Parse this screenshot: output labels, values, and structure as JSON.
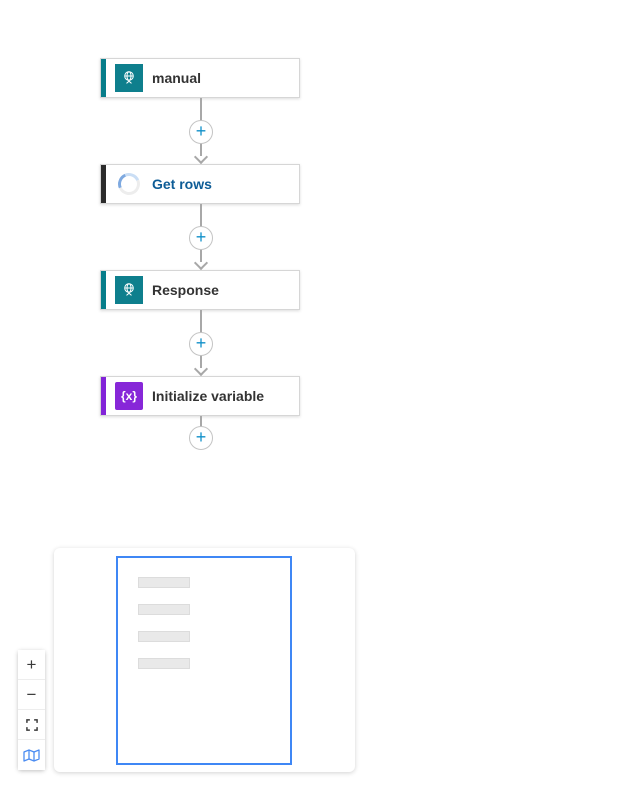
{
  "flow": {
    "nodes": [
      {
        "label": "manual",
        "icon": "http-request-icon",
        "accent_color": "#077d8a",
        "icon_bg": "#0e7f8d",
        "label_color": "#333333"
      },
      {
        "label": "Get rows",
        "icon": "spinner-icon",
        "accent_color": "#2b2b2b",
        "label_color": "#0d5c96"
      },
      {
        "label": "Response",
        "icon": "http-response-icon",
        "accent_color": "#077d8a",
        "icon_bg": "#0e7f8d",
        "label_color": "#333333"
      },
      {
        "label": "Initialize variable",
        "icon": "variable-icon",
        "icon_glyph": "{x}",
        "accent_color": "#8224d8",
        "icon_bg": "#8727d8",
        "label_color": "#333333"
      }
    ],
    "insert_step_symbol": "+",
    "connector_color": "#a8a8a8",
    "insert_plus_color": "#1090c9"
  },
  "canvas_controls": {
    "zoom_in_label": "+",
    "zoom_out_label": "−",
    "fit_view_icon": "fullscreen-icon",
    "minimap_toggle_icon": "map-icon",
    "minimap_active_color": "#4c8df2"
  },
  "minimap": {
    "viewport_border_color": "#3f87f5",
    "node_placeholder_count": 4
  }
}
